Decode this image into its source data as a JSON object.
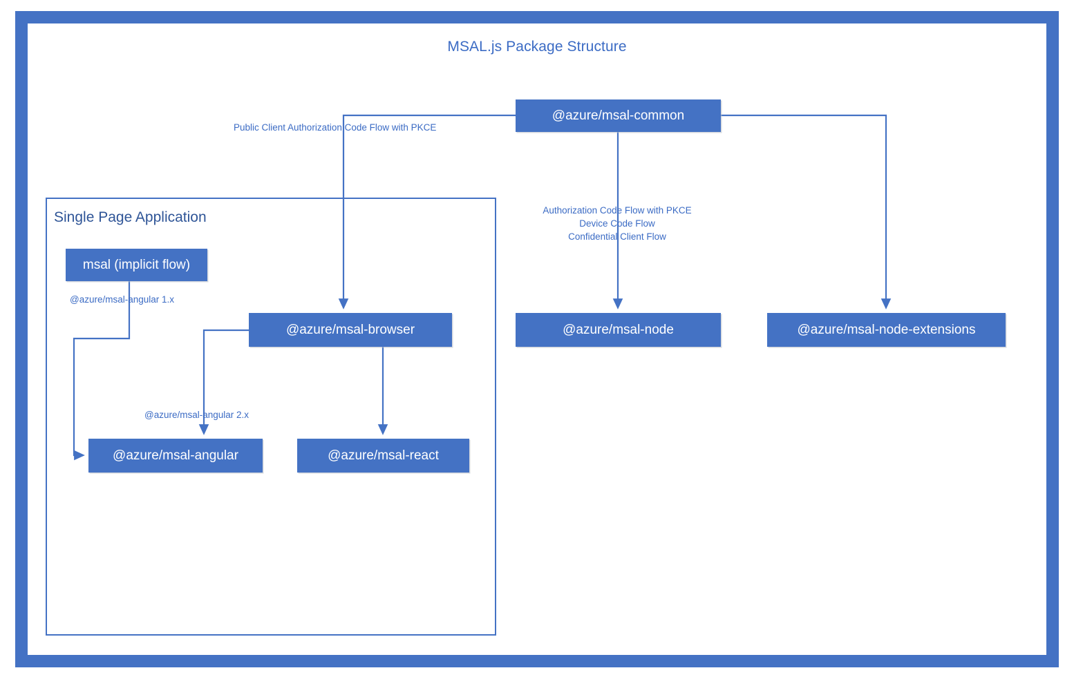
{
  "diagram": {
    "title": "MSAL.js Package Structure",
    "colors": {
      "frame": "#4472C4",
      "node_fill": "#4472C4",
      "node_text": "#FFFFFF",
      "label_text": "#3B6BC4",
      "connector": "#4472C4",
      "background": "#FFFFFF"
    },
    "groups": [
      {
        "id": "spa",
        "label": "Single Page Application"
      }
    ],
    "nodes": [
      {
        "id": "common",
        "label": "@azure/msal-common"
      },
      {
        "id": "browser",
        "label": "@azure/msal-browser"
      },
      {
        "id": "node",
        "label": "@azure/msal-node"
      },
      {
        "id": "nodeext",
        "label": "@azure/msal-node-extensions"
      },
      {
        "id": "msal",
        "label": "msal (implicit flow)"
      },
      {
        "id": "angular",
        "label": "@azure/msal-angular"
      },
      {
        "id": "react",
        "label": "@azure/msal-react"
      }
    ],
    "edges": [
      {
        "id": "common-browser",
        "from": "common",
        "to": "browser",
        "label": "Public Client Authorization Code Flow with PKCE"
      },
      {
        "id": "common-node",
        "from": "common",
        "to": "node",
        "label": "Authorization Code Flow with PKCE\nDevice Code Flow\nConfidential Client Flow"
      },
      {
        "id": "common-nodeext",
        "from": "common",
        "to": "nodeext",
        "label": ""
      },
      {
        "id": "msal-angular",
        "from": "msal",
        "to": "angular",
        "label": "@azure/msal-angular 1.x"
      },
      {
        "id": "browser-angular",
        "from": "browser",
        "to": "angular",
        "label": "@azure/msal-angular 2.x"
      },
      {
        "id": "browser-react",
        "from": "browser",
        "to": "react",
        "label": ""
      }
    ],
    "edge_labels": {
      "public_pkce": "Public Client Authorization Code Flow with PKCE",
      "node_flow_1": "Authorization Code Flow with PKCE",
      "node_flow_2": "Device Code Flow",
      "node_flow_3": "Confidential Client Flow",
      "angular_1x": "@azure/msal-angular 1.x",
      "angular_2x": "@azure/msal-angular 2.x"
    }
  }
}
